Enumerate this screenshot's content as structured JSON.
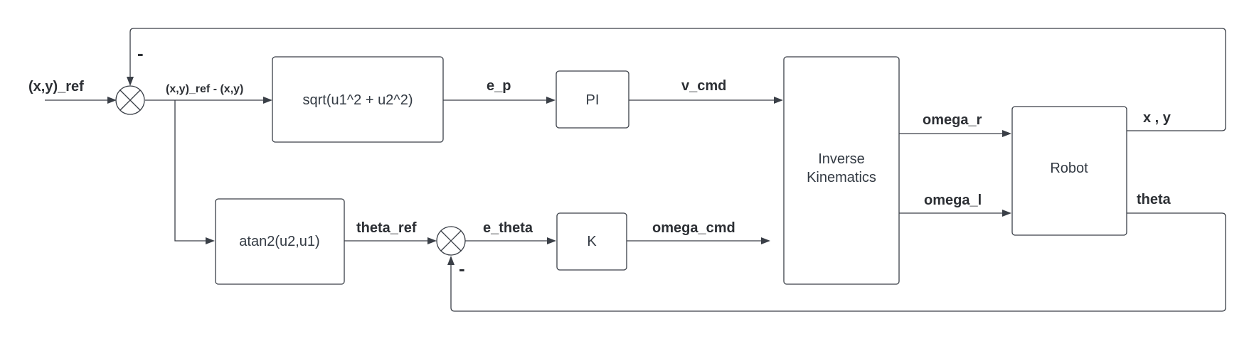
{
  "blocks": {
    "magnitude": "sqrt(u1^2 + u2^2)",
    "pi_controller": "PI",
    "atan2": "atan2(u2,u1)",
    "k_gain": "K",
    "inverse_kinematics_line1": "Inverse",
    "inverse_kinematics_line2": "Kinematics",
    "robot": "Robot"
  },
  "signals": {
    "xy_ref": "(x,y)_ref",
    "xy_error": "(x,y)_ref - (x,y)",
    "e_p": "e_p",
    "v_cmd": "v_cmd",
    "theta_ref": "theta_ref",
    "e_theta": "e_theta",
    "omega_cmd": "omega_cmd",
    "omega_r": "omega_r",
    "omega_l": "omega_l",
    "xy_out": "x , y",
    "theta_out": "theta"
  },
  "signs": {
    "sum_top_minus": "-",
    "sum_bottom_minus": "-"
  }
}
